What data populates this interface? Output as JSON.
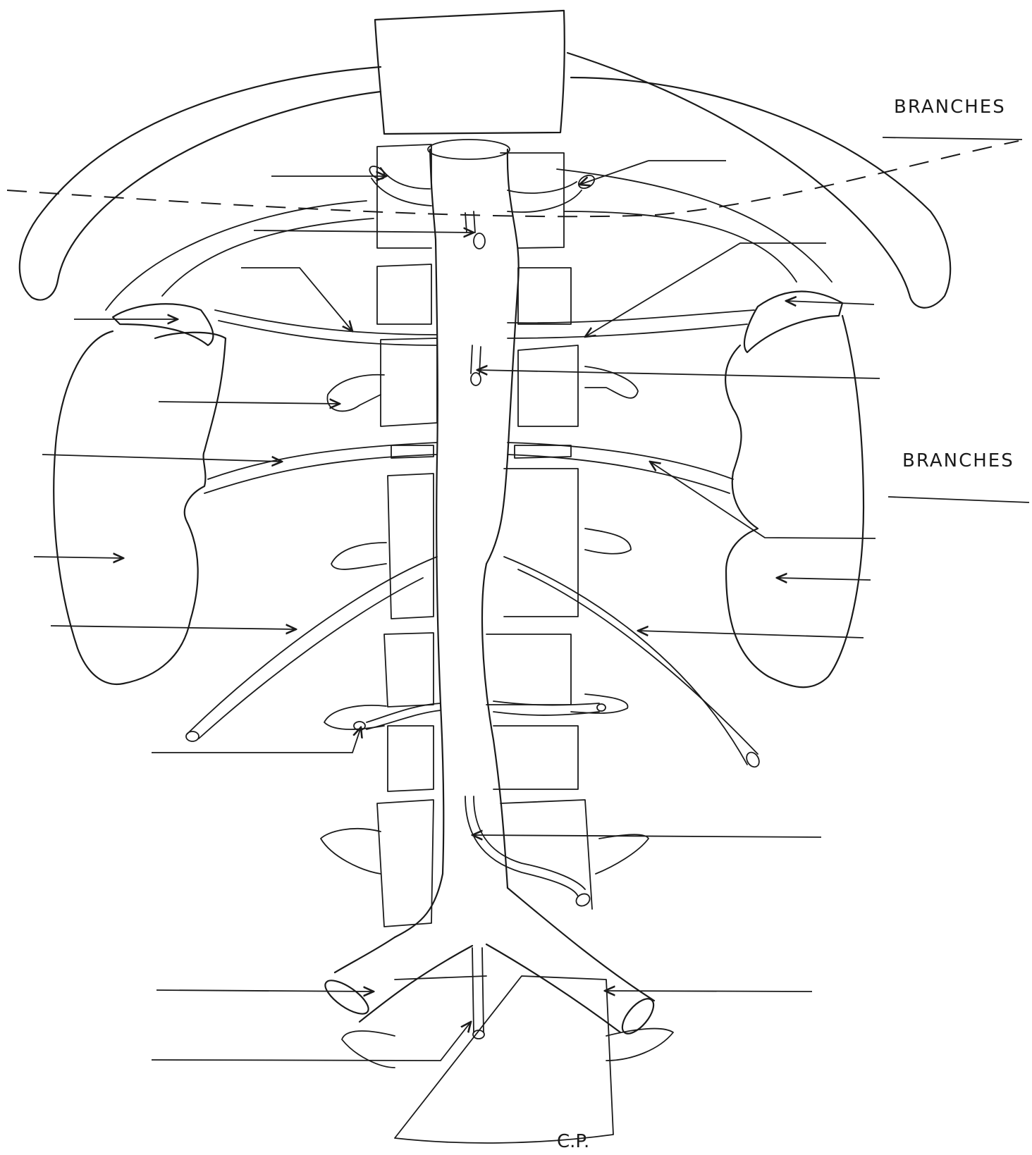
{
  "labels": {
    "branches_upper": "BRANCHES",
    "branches_lower": "BRANCHES",
    "initials": "C.P."
  },
  "colors": {
    "ink": "#1a1a1a",
    "paper": "#ffffff"
  }
}
